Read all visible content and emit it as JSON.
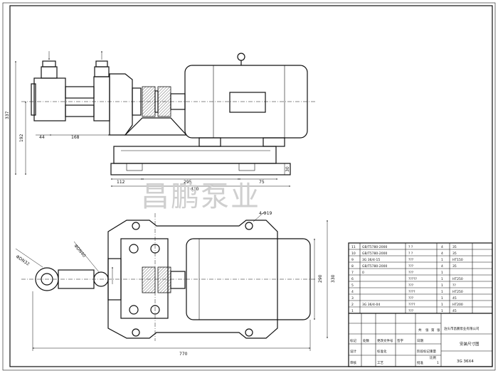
{
  "watermark": "昌鹏泵业",
  "dimensions": {
    "height_total": "337",
    "height_axis": "192",
    "width_44": "44",
    "width_168": "168",
    "width_112": "112",
    "width_295": "295",
    "width_430": "430",
    "width_75": "75",
    "base_30": "30",
    "bolt_holes": "4-Φ19",
    "plan_290": "290",
    "plan_330": "330",
    "plan_770": "770",
    "flange_left": "ΦDN32",
    "flange_right": "ΦDN40"
  },
  "parts_list": [
    {
      "no": "11",
      "code": "GB/T5780-2000",
      "name": "? ?",
      "qty": "4",
      "material": "35"
    },
    {
      "no": "10",
      "code": "GB/T5780-2000",
      "name": "? ?",
      "qty": "4",
      "material": "35"
    },
    {
      "no": "9",
      "code": "3G 36/4-15",
      "name": "???",
      "qty": "1",
      "material": "HT150"
    },
    {
      "no": "8",
      "code": "GB/T5780-2000",
      "name": "???",
      "qty": "4",
      "material": "35"
    },
    {
      "no": "7",
      "code": "0",
      "name": "???",
      "qty": "1",
      "material": ""
    },
    {
      "no": "6",
      "code": "",
      "name": "?????",
      "qty": "1",
      "material": "HT250"
    },
    {
      "no": "5",
      "code": "",
      "name": "???",
      "qty": "1",
      "material": "??"
    },
    {
      "no": "4",
      "code": "",
      "name": "????",
      "qty": "1",
      "material": "HT250"
    },
    {
      "no": "3",
      "code": "",
      "name": "???",
      "qty": "1",
      "material": "45"
    },
    {
      "no": "2",
      "code": "3G 36/4-04",
      "name": "????",
      "qty": "1",
      "material": "HT200"
    },
    {
      "no": "1",
      "code": "",
      "name": "???",
      "qty": "1",
      "material": "45"
    }
  ],
  "title_block": {
    "company": "泊头市昌鹏泵业有限公司",
    "drawing_title": "安装尺寸图",
    "model": "3G 36X4",
    "h1": "标记",
    "h2": "处数",
    "h3": "更改文件号",
    "h4": "签字",
    "h5": "日期",
    "r1": "设计",
    "r2": "标准化",
    "r3": "审核",
    "r4": "工艺",
    "r5": "批准",
    "stage": "阶段标记",
    "weight": "重量",
    "scale": "比例",
    "scale_val": "1",
    "sheet_a": "共",
    "sheet_b": "张",
    "sheet_c": "第",
    "sheet_d": "张"
  }
}
